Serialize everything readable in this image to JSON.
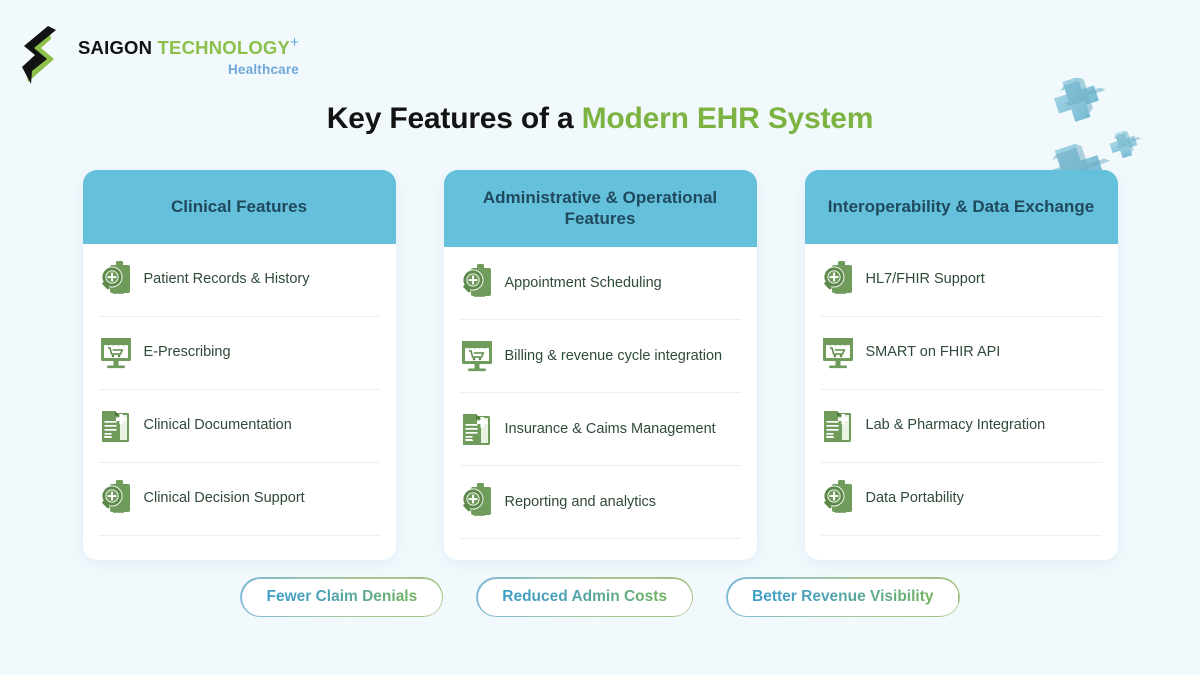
{
  "brand": {
    "name_part1": "SAIGON",
    "name_part2": "TECHNOLOGY",
    "superscript": "+",
    "tagline": "Healthcare",
    "logo_icon": "saigon-technology-chevron-logo",
    "colors": {
      "dark": "#111111",
      "green": "#8cc04a",
      "blue": "#6fa8d8"
    }
  },
  "header": {
    "title_plain": "Key Features of a ",
    "title_accent": "Modern EHR System",
    "accent_color": "#7cb342"
  },
  "decor": {
    "crosses_icon": "medical-cross-3d-decoration",
    "cross_color": "#86c5dc"
  },
  "theme": {
    "background": "#f2f9fd",
    "card_header_bg": "#65c0dc",
    "card_header_text": "#1f4a5e",
    "feature_text": "#2f4a38",
    "divider": "#e6f1f6"
  },
  "columns": [
    {
      "heading": "Clinical Features",
      "features": [
        {
          "icon": "clipboard-magnifier-plus-icon",
          "label": "Patient Records & History"
        },
        {
          "icon": "monitor-storefront-cart-icon",
          "label": "E-Prescribing"
        },
        {
          "icon": "medical-document-cross-icon",
          "label": "Clinical Documentation"
        },
        {
          "icon": "clipboard-magnifier-plus-icon",
          "label": "Clinical Decision Support"
        }
      ]
    },
    {
      "heading": "Administrative & Operational Features",
      "features": [
        {
          "icon": "clipboard-magnifier-plus-icon",
          "label": "Appointment Scheduling"
        },
        {
          "icon": "monitor-storefront-cart-icon",
          "label": "Billing & revenue cycle integration"
        },
        {
          "icon": "medical-document-cross-icon",
          "label": "Insurance & Caims Management"
        },
        {
          "icon": "clipboard-magnifier-plus-icon",
          "label": "Reporting and analytics"
        }
      ]
    },
    {
      "heading": "Interoperability & Data Exchange",
      "features": [
        {
          "icon": "clipboard-magnifier-plus-icon",
          "label": "HL7/FHIR Support"
        },
        {
          "icon": "monitor-storefront-cart-icon",
          "label": "SMART on FHIR API"
        },
        {
          "icon": "medical-document-cross-icon",
          "label": "Lab & Pharmacy Integration"
        },
        {
          "icon": "clipboard-magnifier-plus-icon",
          "label": "Data Portability"
        }
      ]
    }
  ],
  "pills": [
    {
      "label": "Fewer Claim Denials"
    },
    {
      "label": "Reduced Admin Costs"
    },
    {
      "label": "Better Revenue Visibility"
    }
  ]
}
